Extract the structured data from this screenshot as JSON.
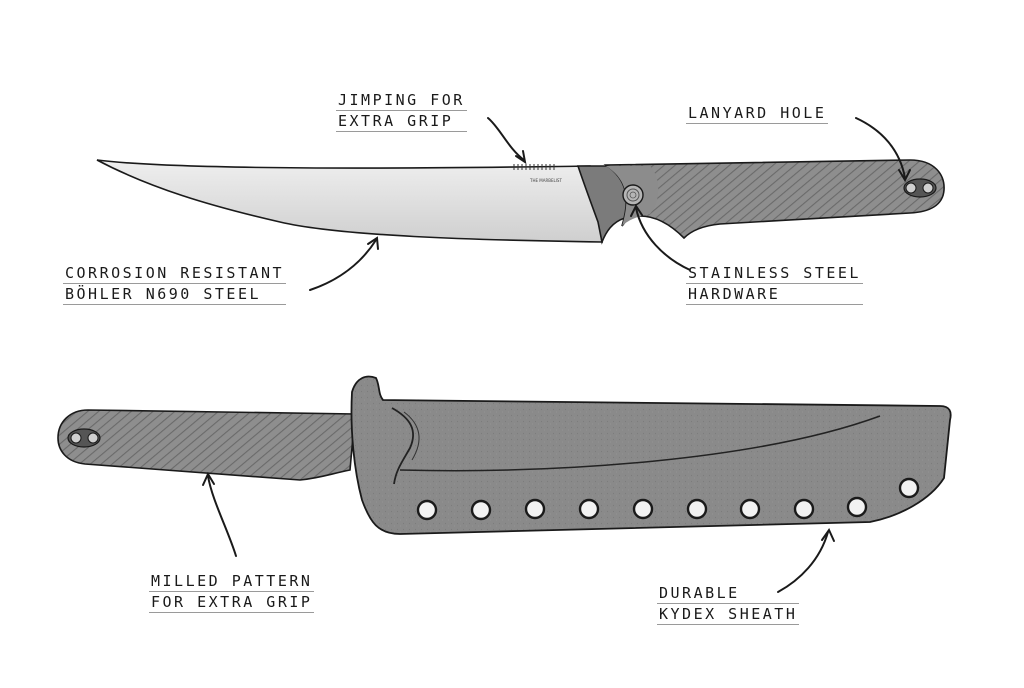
{
  "title": "Knife and sheath feature callouts",
  "colors": {
    "blade": "#dcdcdc",
    "handle": "#8e8e8e",
    "sheath": "#8a8a8a",
    "ink": "#1a1a1a"
  },
  "callouts": {
    "jimping": [
      "JIMPING FOR",
      "EXTRA GRIP"
    ],
    "lanyard": [
      "LANYARD HOLE"
    ],
    "steel": [
      "CORROSION RESISTANT",
      "BÖHLER N690 STEEL"
    ],
    "hardware": [
      "STAINLESS STEEL",
      "HARDWARE"
    ],
    "milled": [
      "MILLED PATTERN",
      "FOR EXTRA GRIP"
    ],
    "sheath": [
      "DURABLE",
      "KYDEX SHEATH"
    ]
  },
  "blade_marking": "THE MARBELIST"
}
